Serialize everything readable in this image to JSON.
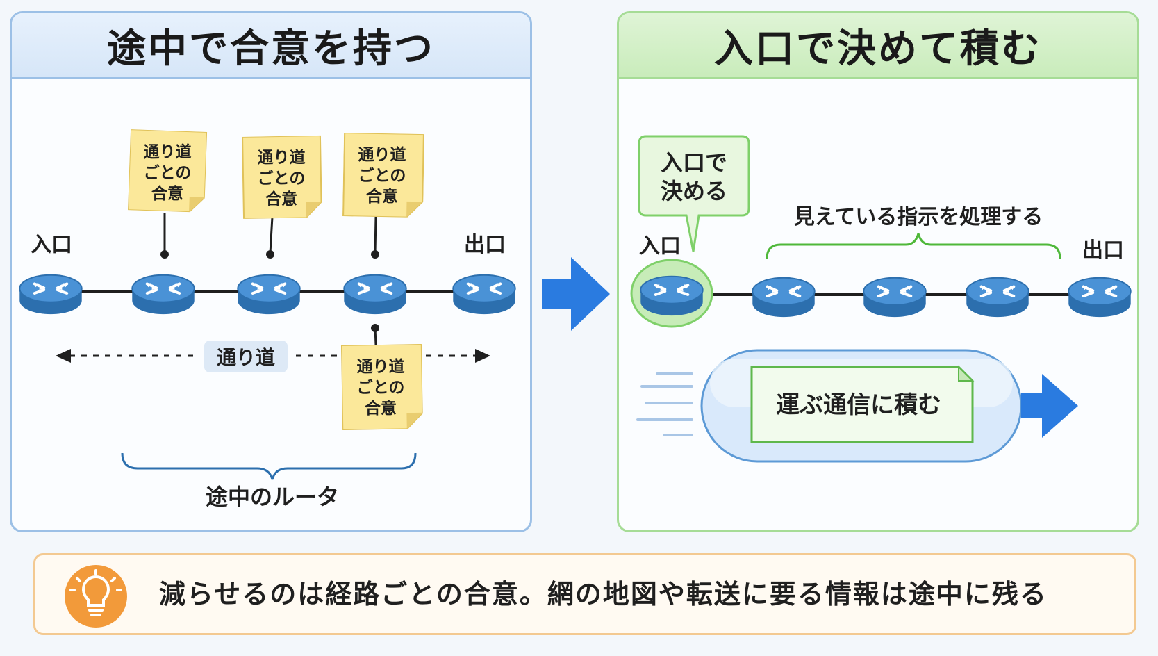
{
  "left": {
    "title": "途中で合意を持つ",
    "entrance_label": "入口",
    "exit_label": "出口",
    "note_lines": [
      "通り道",
      "ごとの",
      "合意"
    ],
    "path_label": "通り道",
    "bracket_label": "途中のルータ"
  },
  "right": {
    "title": "入口で決めて積む",
    "entrance_label": "入口",
    "exit_label": "出口",
    "callout_lines": [
      "入口で",
      "決める"
    ],
    "bracket_label": "見えている指示を処理する",
    "packet_label": "運ぶ通信に積む"
  },
  "footer": {
    "text": "減らせるのは経路ごとの合意。網の地図や転送に要る情報は途中に残る",
    "icon": "lightbulb-icon"
  },
  "colors": {
    "router": "#3f86c9",
    "left_accent": "#9cc0e6",
    "right_accent": "#a6dc96",
    "arrow": "#2a7be0",
    "note": "#fbe89a",
    "footer_border": "#f3c991",
    "bulb": "#f29a3a"
  }
}
